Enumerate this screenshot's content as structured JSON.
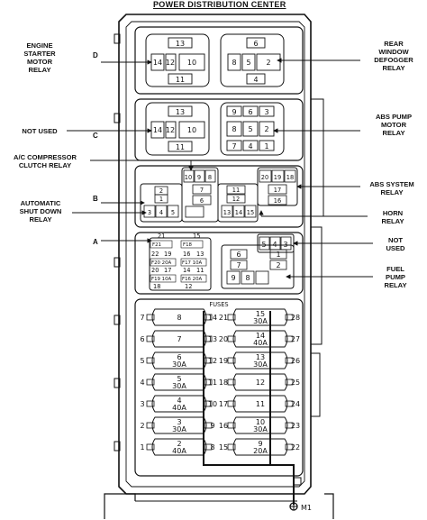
{
  "title": "POWER DISTRIBUTION CENTER",
  "row_labels": {
    "d": "D",
    "c": "C",
    "b": "B",
    "a": "A"
  },
  "left_labels": {
    "engine_starter": "ENGINE\nSTARTER\nMOTOR\nRELAY",
    "not_used": "NOT USED",
    "ac_compressor": "A/C COMPRESSOR\nCLUTCH RELAY",
    "auto_shutdown": "AUTOMATIC\nSHUT DOWN\nRELAY"
  },
  "right_labels": {
    "rear_window": "REAR\nWINDOW\nDEFOGGER\nRELAY",
    "abs_pump_motor": "ABS PUMP\nMOTOR\nRELAY",
    "abs_system": "ABS SYSTEM\nRELAY",
    "horn": "HORN\nRELAY",
    "not_used": "NOT\nUSED",
    "fuel_pump": "FUEL\nPUMP\nRELAY"
  },
  "relay_d_left": {
    "top": "13",
    "left": "14",
    "mid": "12",
    "right": "10",
    "bottom": "11"
  },
  "relay_d_right": {
    "top": "6",
    "left": "8",
    "mid": "5",
    "right": "2",
    "bottom": "4"
  },
  "relay_c_left": {
    "top": "13",
    "left": "14",
    "mid": "12",
    "right": "10",
    "bottom": "11"
  },
  "relay_c_right": {
    "t1": "9",
    "t2": "6",
    "t3": "3",
    "m1": "8",
    "m2": "5",
    "m3": "2",
    "b1": "7",
    "b2": "4",
    "b3": "1"
  },
  "relay_b": {
    "l1": "2",
    "l2": "1",
    "l3": "3",
    "l4": "4",
    "l5": "5",
    "c1": "10",
    "c2": "9",
    "c3": "8",
    "c4": "7",
    "c5": "6",
    "c6": "11",
    "c7": "12",
    "c8": "13",
    "c9": "14",
    "c10": "15",
    "r1": "20",
    "r2": "19",
    "r3": "18",
    "r4": "17",
    "r5": "16"
  },
  "relay_a": {
    "s21": "21",
    "s15": "15",
    "f21": "F21",
    "f18": "F18",
    "s22": "22",
    "s19": "19",
    "s16": "16",
    "s13": "13",
    "f20": "F20 20A",
    "f17": "F17 10A",
    "s20": "20",
    "s17": "17",
    "s14": "14",
    "s11": "11",
    "f19": "F19 10A",
    "f16": "F16 20A",
    "s18": "18",
    "s12": "12",
    "r5": "5",
    "r4": "4",
    "r3": "3",
    "r6": "6",
    "r1": "1",
    "r2": "2",
    "r7": "7",
    "r9": "9",
    "r8": "8"
  },
  "fuses_title": "FUSES",
  "fuses_left": [
    {
      "num": "8",
      "amp": "",
      "lpin": "7",
      "rpin": "14"
    },
    {
      "num": "7",
      "amp": "",
      "lpin": "6",
      "rpin": "13"
    },
    {
      "num": "6",
      "amp": "30A",
      "lpin": "5",
      "rpin": "12"
    },
    {
      "num": "5",
      "amp": "30A",
      "lpin": "4",
      "rpin": "11"
    },
    {
      "num": "4",
      "amp": "40A",
      "lpin": "3",
      "rpin": "10"
    },
    {
      "num": "3",
      "amp": "30A",
      "lpin": "2",
      "rpin": "9"
    },
    {
      "num": "2",
      "amp": "40A",
      "lpin": "1",
      "rpin": "8"
    }
  ],
  "fuses_right": [
    {
      "num": "15",
      "amp": "30A",
      "lpin": "21",
      "rpin": "28"
    },
    {
      "num": "14",
      "amp": "40A",
      "lpin": "20",
      "rpin": "27"
    },
    {
      "num": "13",
      "amp": "30A",
      "lpin": "19",
      "rpin": "26"
    },
    {
      "num": "12",
      "amp": "",
      "lpin": "18",
      "rpin": "25"
    },
    {
      "num": "11",
      "amp": "",
      "lpin": "17",
      "rpin": "24"
    },
    {
      "num": "10",
      "amp": "30A",
      "lpin": "16",
      "rpin": "23"
    },
    {
      "num": "9",
      "amp": "20A",
      "lpin": "15",
      "rpin": "22"
    }
  ],
  "ground": "M1"
}
